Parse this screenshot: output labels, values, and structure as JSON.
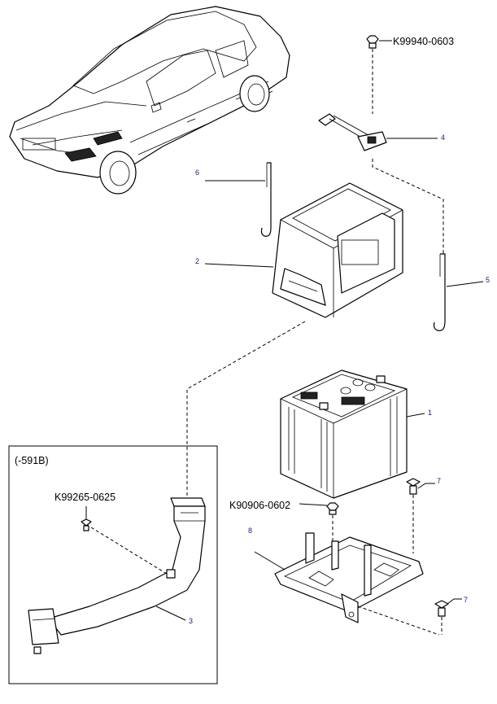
{
  "callouts": {
    "c1": "1",
    "c2": "2",
    "c3": "3",
    "c4": "4",
    "c5": "5",
    "c6": "6",
    "c7a": "7",
    "c7b": "7",
    "c8": "8"
  },
  "part_numbers": {
    "nut_top": "K99940-0603",
    "screw_duct": "K99265-0625",
    "nut_tray": "K90906-0602"
  },
  "inset": {
    "condition": "(-591B)"
  }
}
